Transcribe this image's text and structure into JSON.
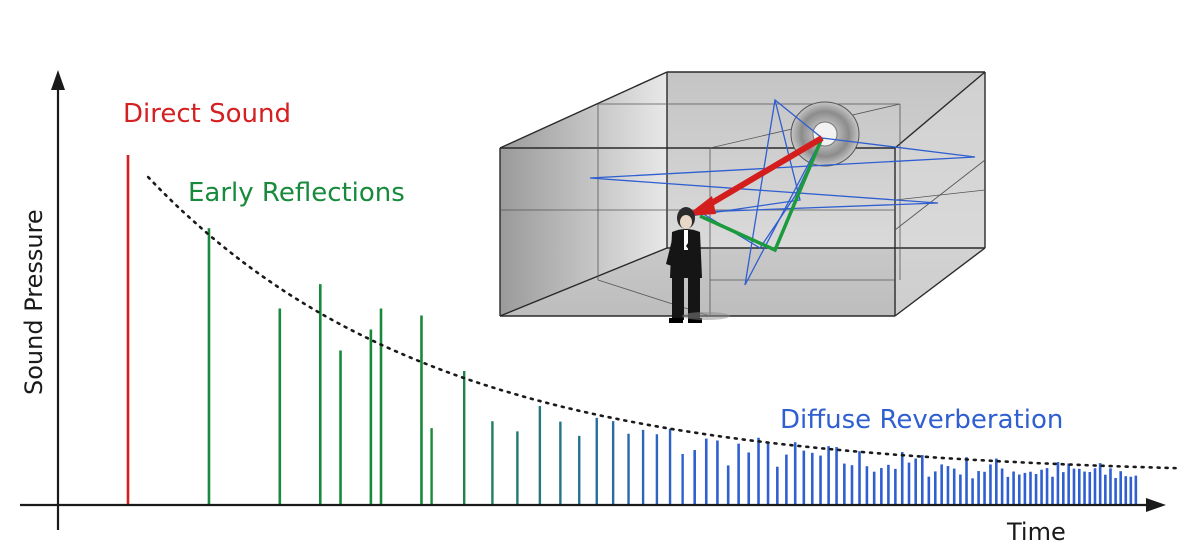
{
  "labels": {
    "direct": "Direct Sound",
    "early": "Early Reflections",
    "diffuse": "Diffuse Reverberation",
    "ylabel": "Sound Pressure",
    "xlabel": "Time"
  },
  "colors": {
    "direct": "#d42020",
    "early": "#188a3c",
    "diffuse": "#2f5fd0",
    "axis": "#1a1a1a"
  },
  "icons": {
    "room": "3d-room-diagram",
    "speaker": "loudspeaker-icon",
    "listener": "listener-figure"
  },
  "chart_data": {
    "type": "bar",
    "xlabel": "Time",
    "ylabel": "Sound Pressure",
    "direct": {
      "t": 0.0,
      "p": 1.0
    },
    "early_reflections": [
      {
        "t": 0.08,
        "p": 0.79
      },
      {
        "t": 0.15,
        "p": 0.56
      },
      {
        "t": 0.19,
        "p": 0.63
      },
      {
        "t": 0.21,
        "p": 0.44
      },
      {
        "t": 0.24,
        "p": 0.5
      },
      {
        "t": 0.25,
        "p": 0.56
      },
      {
        "t": 0.29,
        "p": 0.54
      }
    ],
    "envelope": "exponential decay",
    "diffuse_range": {
      "t_start": 0.3,
      "t_end": 1.0
    }
  }
}
